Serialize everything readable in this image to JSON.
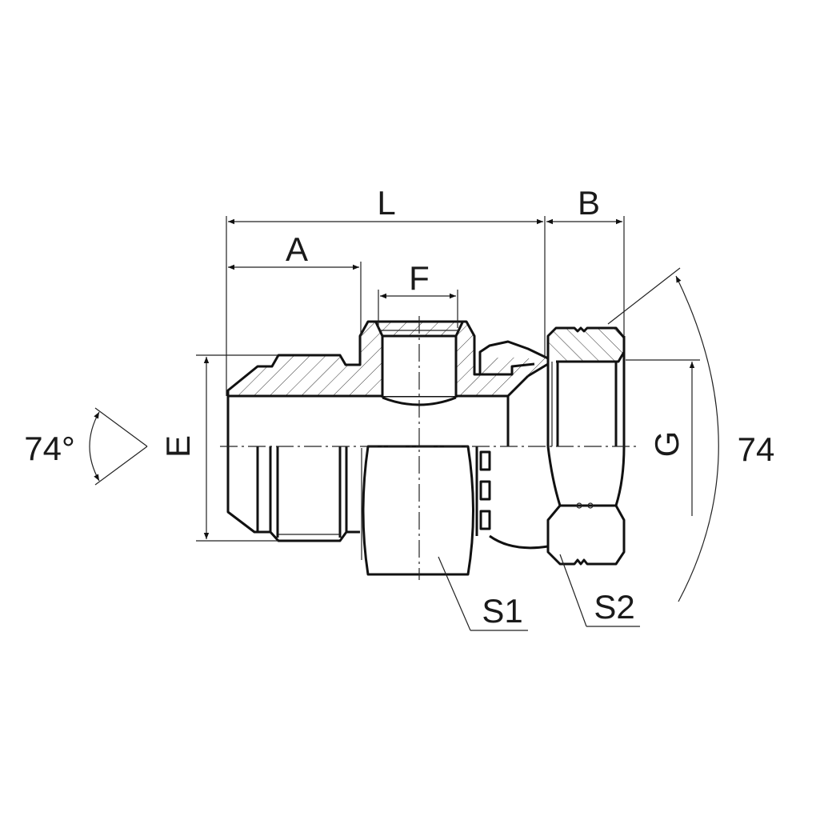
{
  "drawing": {
    "subject": "hydraulic adapter fitting, section view",
    "colors": {
      "line": "#111111",
      "background": "#ffffff",
      "text": "#1a1a1a"
    }
  },
  "dimensions": {
    "L": "L",
    "A": "A",
    "F": "F",
    "B": "B",
    "E": "E",
    "G": "G",
    "angle_left": "74°",
    "angle_right": "74",
    "S1": "S1",
    "S2": "S2"
  }
}
